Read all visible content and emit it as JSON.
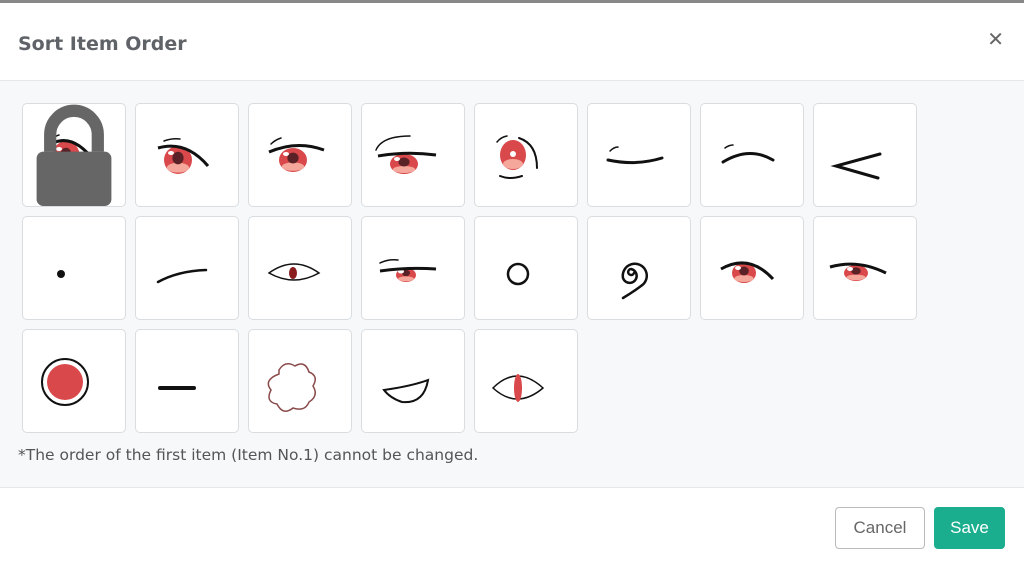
{
  "dialog": {
    "title": "Sort Item Order",
    "close_icon": "close-x-icon",
    "note": "*The order of the first item (Item No.1) cannot be changed.",
    "cancel_label": "Cancel",
    "save_label": "Save",
    "accent_color": "#1aae8f"
  },
  "items": [
    {
      "icon": "red-eye-open-locked",
      "locked": true
    },
    {
      "icon": "red-eye-open"
    },
    {
      "icon": "red-eye-lashes"
    },
    {
      "icon": "red-eye-half-closed"
    },
    {
      "icon": "red-eye-wide-small-pupil"
    },
    {
      "icon": "closed-eye-line"
    },
    {
      "icon": "closed-eye-arc"
    },
    {
      "icon": "squint-chevron"
    },
    {
      "icon": "dot-eye"
    },
    {
      "icon": "slanted-line"
    },
    {
      "icon": "outline-eye-small-pupil"
    },
    {
      "icon": "red-eye-sleepy"
    },
    {
      "icon": "circle-eye"
    },
    {
      "icon": "spiral-eye"
    },
    {
      "icon": "red-eye-dark"
    },
    {
      "icon": "red-eye-narrow"
    },
    {
      "icon": "red-disc-ring"
    },
    {
      "icon": "horizontal-dash"
    },
    {
      "icon": "cloud-outline"
    },
    {
      "icon": "half-moon-eye"
    },
    {
      "icon": "slit-pupil-eye"
    }
  ]
}
